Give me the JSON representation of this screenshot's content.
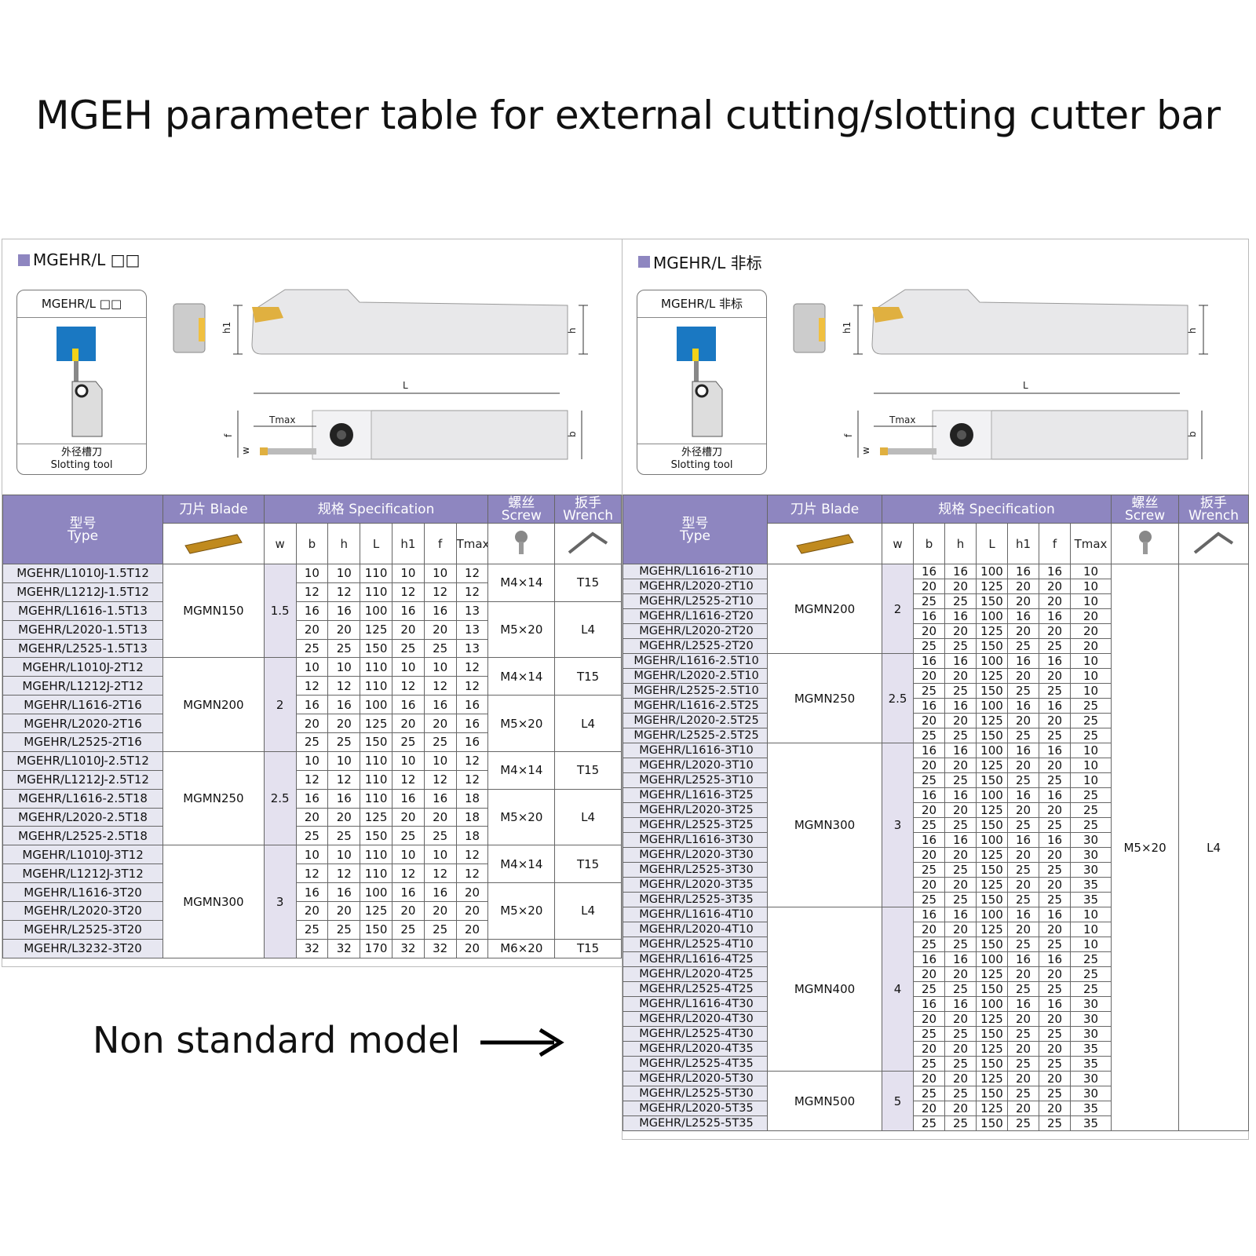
{
  "title": "MGEH parameter table for external cutting/slotting cutter bar",
  "note": "Non standard model",
  "colors": {
    "header": "#8e86c0",
    "type_cell": "#e7e7f1",
    "blade_gold": "#c08a1e"
  },
  "drawing_labels": {
    "L": "L",
    "h": "h",
    "h1": "h1",
    "b": "b",
    "f": "f",
    "w": "w",
    "Tmax": "Tmax",
    "slot_cn": "外径槽刀",
    "slot_en": "Slotting tool"
  },
  "headers": {
    "type_cn": "型号",
    "type_en": "Type",
    "blade_cn": "刀片",
    "blade_en": "Blade",
    "spec_cn": "规格",
    "spec_en": "Specification",
    "screw_cn": "螺丝",
    "screw_en": "Screw",
    "wrench_cn": "扳手",
    "wrench_en": "Wrench",
    "cols": [
      "w",
      "b",
      "h",
      "L",
      "h1",
      "f",
      "Tmax"
    ]
  },
  "left": {
    "heading": "MGEHR/L □□",
    "tool_name": "MGEHR/L □□",
    "groups": [
      {
        "blade": "MGMN150",
        "w": "1.5",
        "rows": [
          [
            "MGEHR/L1010J-1.5T12",
            "10",
            "10",
            "110",
            "10",
            "10",
            "12"
          ],
          [
            "MGEHR/L1212J-1.5T12",
            "12",
            "12",
            "110",
            "12",
            "12",
            "12"
          ],
          [
            "MGEHR/L1616-1.5T13",
            "16",
            "16",
            "100",
            "16",
            "16",
            "13"
          ],
          [
            "MGEHR/L2020-1.5T13",
            "20",
            "20",
            "125",
            "20",
            "20",
            "13"
          ],
          [
            "MGEHR/L2525-1.5T13",
            "25",
            "25",
            "150",
            "25",
            "25",
            "13"
          ]
        ],
        "fix": [
          {
            "screw": "M4×14",
            "wrench": "T15",
            "span": 2
          },
          {
            "screw": "M5×20",
            "wrench": "L4",
            "span": 3
          }
        ]
      },
      {
        "blade": "MGMN200",
        "w": "2",
        "rows": [
          [
            "MGEHR/L1010J-2T12",
            "10",
            "10",
            "110",
            "10",
            "10",
            "12"
          ],
          [
            "MGEHR/L1212J-2T12",
            "12",
            "12",
            "110",
            "12",
            "12",
            "12"
          ],
          [
            "MGEHR/L1616-2T16",
            "16",
            "16",
            "100",
            "16",
            "16",
            "16"
          ],
          [
            "MGEHR/L2020-2T16",
            "20",
            "20",
            "125",
            "20",
            "20",
            "16"
          ],
          [
            "MGEHR/L2525-2T16",
            "25",
            "25",
            "150",
            "25",
            "25",
            "16"
          ]
        ],
        "fix": [
          {
            "screw": "M4×14",
            "wrench": "T15",
            "span": 2
          },
          {
            "screw": "M5×20",
            "wrench": "L4",
            "span": 3
          }
        ]
      },
      {
        "blade": "MGMN250",
        "w": "2.5",
        "rows": [
          [
            "MGEHR/L1010J-2.5T12",
            "10",
            "10",
            "110",
            "10",
            "10",
            "12"
          ],
          [
            "MGEHR/L1212J-2.5T12",
            "12",
            "12",
            "110",
            "12",
            "12",
            "12"
          ],
          [
            "MGEHR/L1616-2.5T18",
            "16",
            "16",
            "110",
            "16",
            "16",
            "18"
          ],
          [
            "MGEHR/L2020-2.5T18",
            "20",
            "20",
            "125",
            "20",
            "20",
            "18"
          ],
          [
            "MGEHR/L2525-2.5T18",
            "25",
            "25",
            "150",
            "25",
            "25",
            "18"
          ]
        ],
        "fix": [
          {
            "screw": "M4×14",
            "wrench": "T15",
            "span": 2
          },
          {
            "screw": "M5×20",
            "wrench": "L4",
            "span": 3
          }
        ]
      },
      {
        "blade": "MGMN300",
        "w": "3",
        "rows": [
          [
            "MGEHR/L1010J-3T12",
            "10",
            "10",
            "110",
            "10",
            "10",
            "12"
          ],
          [
            "MGEHR/L1212J-3T12",
            "12",
            "12",
            "110",
            "12",
            "12",
            "12"
          ],
          [
            "MGEHR/L1616-3T20",
            "16",
            "16",
            "100",
            "16",
            "16",
            "20"
          ],
          [
            "MGEHR/L2020-3T20",
            "20",
            "20",
            "125",
            "20",
            "20",
            "20"
          ],
          [
            "MGEHR/L2525-3T20",
            "25",
            "25",
            "150",
            "25",
            "25",
            "20"
          ],
          [
            "MGEHR/L3232-3T20",
            "32",
            "32",
            "170",
            "32",
            "32",
            "20"
          ]
        ],
        "fix": [
          {
            "screw": "M4×14",
            "wrench": "T15",
            "span": 2
          },
          {
            "screw": "M5×20",
            "wrench": "L4",
            "span": 3
          },
          {
            "screw": "M6×20",
            "wrench": "T15",
            "span": 1
          }
        ]
      }
    ]
  },
  "right": {
    "heading": "MGEHR/L 非标",
    "tool_name": "MGEHR/L 非标",
    "screw": "M5×20",
    "wrench": "L4",
    "groups": [
      {
        "blade": "MGMN200",
        "w": "2",
        "rows": [
          [
            "MGEHR/L1616-2T10",
            "16",
            "16",
            "100",
            "16",
            "16",
            "10"
          ],
          [
            "MGEHR/L2020-2T10",
            "20",
            "20",
            "125",
            "20",
            "20",
            "10"
          ],
          [
            "MGEHR/L2525-2T10",
            "25",
            "25",
            "150",
            "20",
            "20",
            "10"
          ],
          [
            "MGEHR/L1616-2T20",
            "16",
            "16",
            "100",
            "16",
            "16",
            "20"
          ],
          [
            "MGEHR/L2020-2T20",
            "20",
            "20",
            "125",
            "20",
            "20",
            "20"
          ],
          [
            "MGEHR/L2525-2T20",
            "25",
            "25",
            "150",
            "25",
            "25",
            "20"
          ]
        ]
      },
      {
        "blade": "MGMN250",
        "w": "2.5",
        "rows": [
          [
            "MGEHR/L1616-2.5T10",
            "16",
            "16",
            "100",
            "16",
            "16",
            "10"
          ],
          [
            "MGEHR/L2020-2.5T10",
            "20",
            "20",
            "125",
            "20",
            "20",
            "10"
          ],
          [
            "MGEHR/L2525-2.5T10",
            "25",
            "25",
            "150",
            "25",
            "25",
            "10"
          ],
          [
            "MGEHR/L1616-2.5T25",
            "16",
            "16",
            "100",
            "16",
            "16",
            "25"
          ],
          [
            "MGEHR/L2020-2.5T25",
            "20",
            "20",
            "125",
            "20",
            "20",
            "25"
          ],
          [
            "MGEHR/L2525-2.5T25",
            "25",
            "25",
            "150",
            "25",
            "25",
            "25"
          ]
        ]
      },
      {
        "blade": "MGMN300",
        "w": "3",
        "rows": [
          [
            "MGEHR/L1616-3T10",
            "16",
            "16",
            "100",
            "16",
            "16",
            "10"
          ],
          [
            "MGEHR/L2020-3T10",
            "20",
            "20",
            "125",
            "20",
            "20",
            "10"
          ],
          [
            "MGEHR/L2525-3T10",
            "25",
            "25",
            "150",
            "25",
            "25",
            "10"
          ],
          [
            "MGEHR/L1616-3T25",
            "16",
            "16",
            "100",
            "16",
            "16",
            "25"
          ],
          [
            "MGEHR/L2020-3T25",
            "20",
            "20",
            "125",
            "20",
            "20",
            "25"
          ],
          [
            "MGEHR/L2525-3T25",
            "25",
            "25",
            "150",
            "25",
            "25",
            "25"
          ],
          [
            "MGEHR/L1616-3T30",
            "16",
            "16",
            "100",
            "16",
            "16",
            "30"
          ],
          [
            "MGEHR/L2020-3T30",
            "20",
            "20",
            "125",
            "20",
            "20",
            "30"
          ],
          [
            "MGEHR/L2525-3T30",
            "25",
            "25",
            "150",
            "25",
            "25",
            "30"
          ],
          [
            "MGEHR/L2020-3T35",
            "20",
            "20",
            "125",
            "20",
            "20",
            "35"
          ],
          [
            "MGEHR/L2525-3T35",
            "25",
            "25",
            "150",
            "25",
            "25",
            "35"
          ]
        ]
      },
      {
        "blade": "MGMN400",
        "w": "4",
        "rows": [
          [
            "MGEHR/L1616-4T10",
            "16",
            "16",
            "100",
            "16",
            "16",
            "10"
          ],
          [
            "MGEHR/L2020-4T10",
            "20",
            "20",
            "125",
            "20",
            "20",
            "10"
          ],
          [
            "MGEHR/L2525-4T10",
            "25",
            "25",
            "150",
            "25",
            "25",
            "10"
          ],
          [
            "MGEHR/L1616-4T25",
            "16",
            "16",
            "100",
            "16",
            "16",
            "25"
          ],
          [
            "MGEHR/L2020-4T25",
            "20",
            "20",
            "125",
            "20",
            "20",
            "25"
          ],
          [
            "MGEHR/L2525-4T25",
            "25",
            "25",
            "150",
            "25",
            "25",
            "25"
          ],
          [
            "MGEHR/L1616-4T30",
            "16",
            "16",
            "100",
            "16",
            "16",
            "30"
          ],
          [
            "MGEHR/L2020-4T30",
            "20",
            "20",
            "125",
            "20",
            "20",
            "30"
          ],
          [
            "MGEHR/L2525-4T30",
            "25",
            "25",
            "150",
            "25",
            "25",
            "30"
          ],
          [
            "MGEHR/L2020-4T35",
            "20",
            "20",
            "125",
            "20",
            "20",
            "35"
          ],
          [
            "MGEHR/L2525-4T35",
            "25",
            "25",
            "150",
            "25",
            "25",
            "35"
          ]
        ]
      },
      {
        "blade": "MGMN500",
        "w": "5",
        "rows": [
          [
            "MGEHR/L2020-5T30",
            "20",
            "20",
            "125",
            "20",
            "20",
            "30"
          ],
          [
            "MGEHR/L2525-5T30",
            "25",
            "25",
            "150",
            "25",
            "25",
            "30"
          ],
          [
            "MGEHR/L2020-5T35",
            "20",
            "20",
            "125",
            "20",
            "20",
            "35"
          ],
          [
            "MGEHR/L2525-5T35",
            "25",
            "25",
            "150",
            "25",
            "25",
            "35"
          ]
        ]
      }
    ]
  }
}
